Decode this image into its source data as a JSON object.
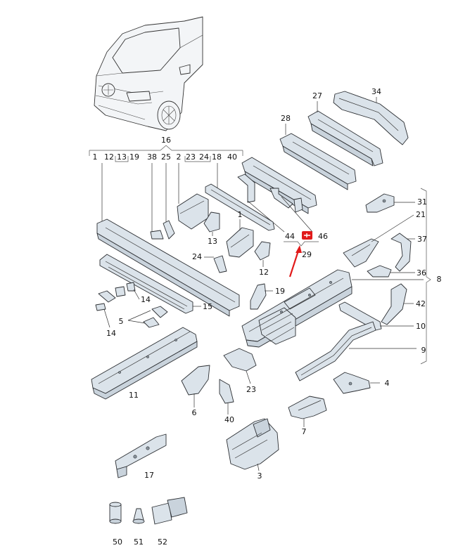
{
  "colors": {
    "accent": "#e11a1a",
    "part_fill": "#dbe3ea",
    "line": "#2c2f33"
  },
  "icons": {
    "vehicle": "van-outline-icon",
    "marker": "highlight-badge-icon",
    "pointer": "red-arrow-icon"
  },
  "group_16": {
    "label": "16",
    "subs": [
      "1",
      "12",
      "13",
      "19",
      "38",
      "25",
      "2",
      "23",
      "24",
      "18",
      "40"
    ]
  },
  "group_29": {
    "label": "29",
    "left": "44",
    "right": "46"
  },
  "group_8": {
    "label": "8"
  },
  "callouts": {
    "p27": "27",
    "p34": "34",
    "p28": "28",
    "p31": "31",
    "p21": "21",
    "p37": "37",
    "p36": "36",
    "p42": "42",
    "p10": "10",
    "p9": "9",
    "p4": "4",
    "p7": "7",
    "p3": "3",
    "p17": "17",
    "p23": "23",
    "p40": "40",
    "p6": "6",
    "p11": "11",
    "p14a": "14",
    "p14b": "14",
    "p15": "15",
    "p5": "5",
    "p13": "13",
    "p1": "1",
    "p24": "24",
    "p12": "12",
    "p19": "19",
    "p50": "50",
    "p51": "51",
    "p52": "52"
  }
}
